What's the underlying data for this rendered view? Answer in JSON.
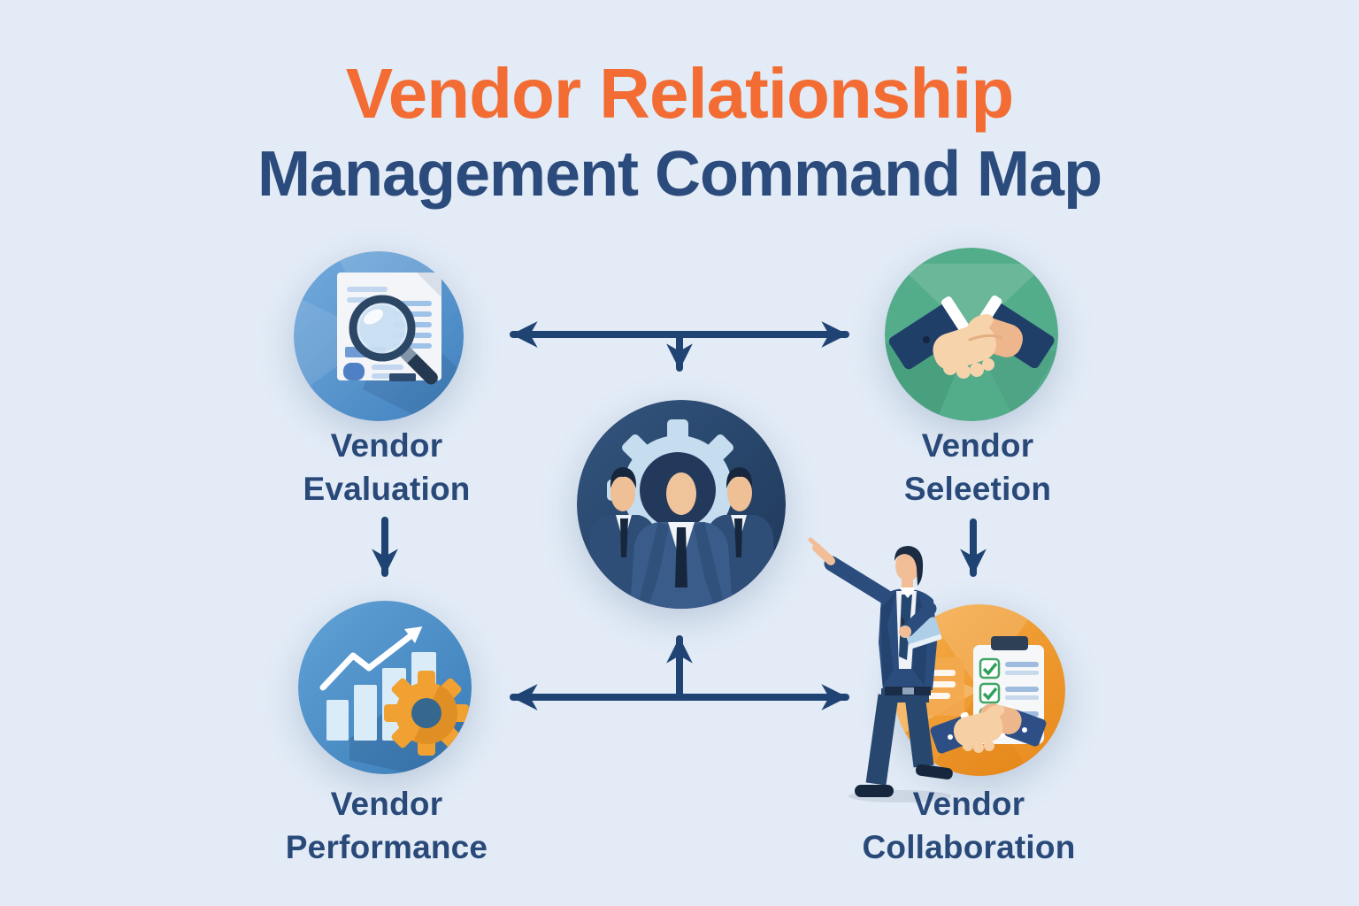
{
  "title": {
    "line1": "Vendor Relationship",
    "line2": "Management Command Map"
  },
  "nodes": {
    "evaluation": {
      "line1": "Vendor",
      "line2": "Evaluation",
      "icon": "document-magnifier-icon"
    },
    "selection": {
      "line1": "Vendor",
      "line2": "Seleetion",
      "icon": "handshake-icon"
    },
    "performance": {
      "line1": "Vendor",
      "line2": "Performance",
      "icon": "growth-chart-gear-icon"
    },
    "collaboration": {
      "line1": "Vendor",
      "line2": "Collaboration",
      "icon": "checklist-handshake-icon"
    },
    "center": {
      "icon": "team-gear-icon"
    }
  },
  "figure": {
    "name": "businessman-pointing"
  },
  "connectors": [
    "evaluation-selection-two-way",
    "top-to-center-down",
    "evaluation-to-performance-down",
    "selection-to-collaboration-down",
    "performance-collaboration-two-way",
    "bottom-to-center-up"
  ],
  "colors": {
    "background": "#E2EBF6",
    "title_accent": "#F26C33",
    "title_navy": "#2B4B7D",
    "label_navy": "#294979",
    "arrow": "#1F4474",
    "node_blue": "#4E90C8",
    "node_green": "#53AC8A",
    "node_orange": "#F09A2E",
    "center_navy": "#24406B",
    "gear_light_blue": "#C6DCEF",
    "gear_orange": "#F0A132",
    "suit_navy": "#2B4D7E",
    "skin": "#F2BE98"
  }
}
